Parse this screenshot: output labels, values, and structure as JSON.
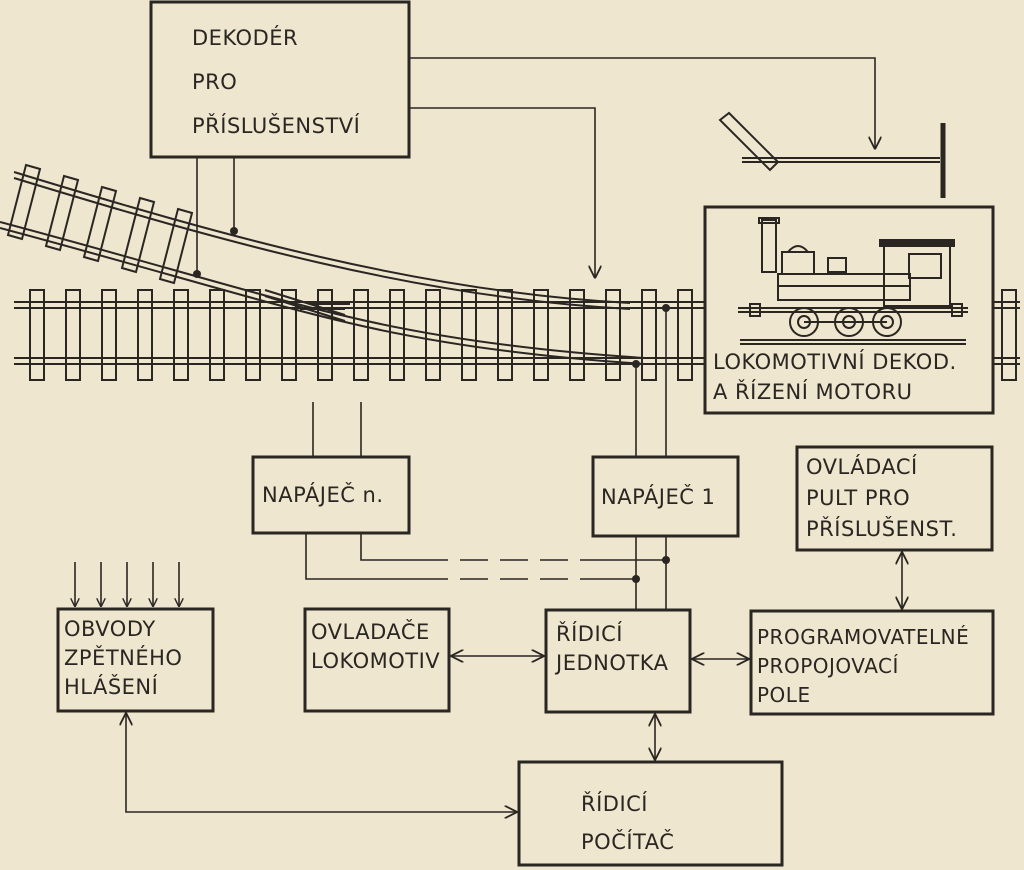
{
  "colors": {
    "background": "#efe6cf",
    "ink": "#2a2622"
  },
  "blocks": {
    "accessory_decoder": {
      "lines": [
        "DEKODÉR",
        "PRO",
        "PŘÍSLUŠENSTVÍ"
      ]
    },
    "loco_decoder": {
      "lines": [
        "LOKOMOTIVNÍ DEKOD.",
        "A ŘÍZENÍ  MOTORU"
      ]
    },
    "booster_n": {
      "lines": [
        "NAPÁJEČ n."
      ]
    },
    "booster_1": {
      "lines": [
        "NAPÁJEČ 1"
      ]
    },
    "accessory_panel": {
      "lines": [
        "OVLÁDACÍ",
        "PULT  PRO",
        "PŘÍSLUŠENST."
      ]
    },
    "feedback_circuits": {
      "lines": [
        "OBVODY",
        "ZPĚTNÉHO",
        "HLÁŠENÍ"
      ]
    },
    "loco_controllers": {
      "lines": [
        "OVLADAČE",
        "LOKOMOTIV"
      ]
    },
    "control_unit": {
      "lines": [
        "ŘÍDICÍ",
        "JEDNOTKA"
      ]
    },
    "patch_panel": {
      "lines": [
        "PROGRAMOVATELNÉ",
        "PROPOJOVACÍ",
        "POLE"
      ]
    },
    "control_computer": {
      "lines": [
        "ŘÍDICÍ",
        "POČÍTAČ"
      ]
    }
  },
  "icons": {
    "locomotive": "steam-locomotive-icon",
    "signal": "semaphore-signal-icon"
  }
}
